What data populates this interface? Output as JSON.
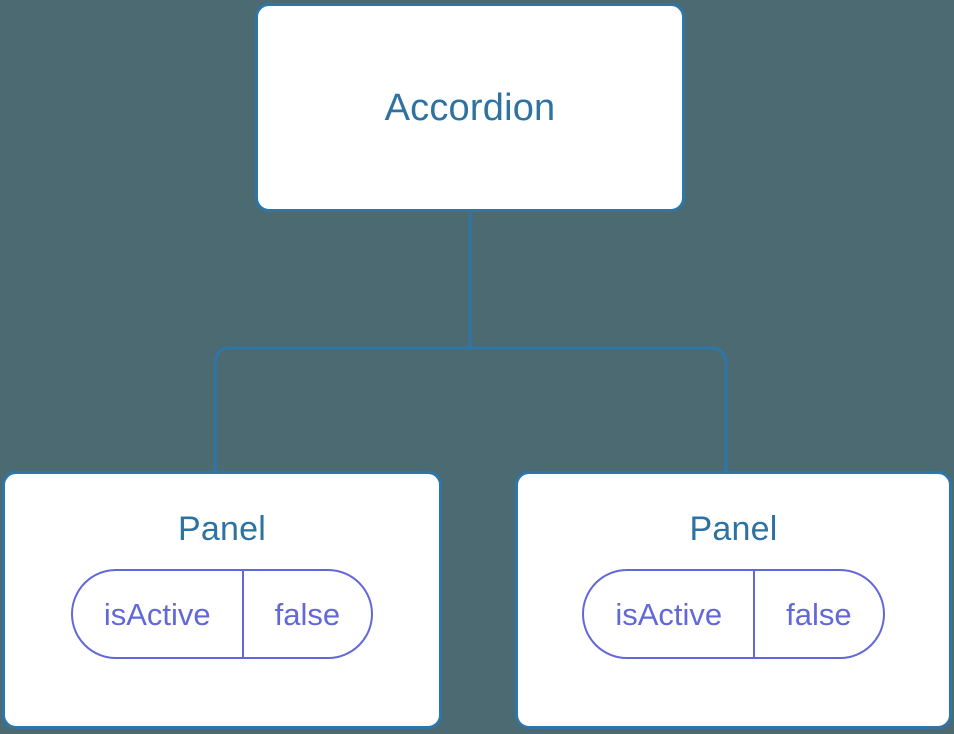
{
  "diagram": {
    "type": "component-tree",
    "background_color": "#4b6a72",
    "node_border_color": "#2f76a8",
    "node_title_color": "#2d72a0",
    "edge_color": "#2f76a8",
    "pill_color": "#6368d8",
    "root": {
      "label": "Accordion"
    },
    "children": [
      {
        "label": "Panel",
        "state": {
          "key": "isActive",
          "value": "false"
        }
      },
      {
        "label": "Panel",
        "state": {
          "key": "isActive",
          "value": "false"
        }
      }
    ]
  }
}
